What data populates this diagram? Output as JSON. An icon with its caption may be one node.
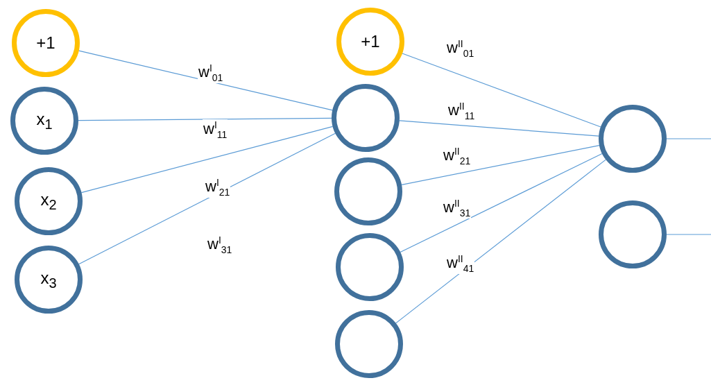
{
  "diagram": {
    "nodes": [
      {
        "text": [
          "+1"
        ]
      },
      {
        "text": [
          "x$_{1}$"
        ]
      },
      {
        "text": [
          "x$_{2}$"
        ]
      },
      {
        "text": [
          "x$_{3}$"
        ]
      },
      {
        "text": [
          "+1"
        ]
      },
      {
        "text": [],
        "shape": "circle"
      },
      {
        "text": [],
        "shape": "circle"
      },
      {
        "text": [],
        "shape": "circle"
      },
      {
        "text": [],
        "shape": "circle"
      },
      {
        "text": [],
        "shape": "circle"
      },
      {
        "text": [],
        "shape": "circle"
      }
    ],
    "edges": [
      {
        "from": 0,
        "to": 5,
        "arrow": "none",
        "label": "w$^{I}$$_{01}$"
      },
      {
        "from": 1,
        "to": 5,
        "arrow": "none",
        "label": "w$^{I}$$_{11}$"
      },
      {
        "from": 2,
        "to": 5,
        "arrow": "none",
        "label": "w$^{I}$$_{21}$"
      },
      {
        "from": 3,
        "to": 5,
        "arrow": "none",
        "label": "w$^{I}$$_{31}$"
      },
      {
        "from": 4,
        "to": 9,
        "arrow": "none",
        "label": "w$^{II}$$_{01}$"
      },
      {
        "from": 5,
        "to": 9,
        "arrow": "none",
        "label": "w$^{II}$$_{11}$"
      },
      {
        "from": 6,
        "to": 9,
        "arrow": "none",
        "label": "w$^{II}$$_{21}$"
      },
      {
        "from": 7,
        "to": 9,
        "arrow": "none",
        "label": "w$^{II}$$_{31}$"
      },
      {
        "from": 8,
        "to": 9,
        "arrow": "none",
        "label": "w$^{II}$$_{41}$"
      },
      {
        "from": 9,
        "to": null,
        "arrow": "none"
      },
      {
        "from": 10,
        "to": null,
        "arrow": "none"
      }
    ]
  }
}
